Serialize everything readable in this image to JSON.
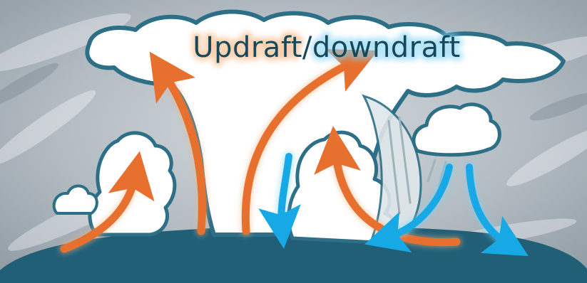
{
  "title": {
    "updraft_word": "Updraft",
    "separator": "/",
    "downdraft_word": "downdraft"
  },
  "colors": {
    "updraft": "#e8702f",
    "downdraft": "#17a9e6",
    "cloud_outline": "#2d6f86",
    "cloud_fill": "#ffffff",
    "ground": "#215f77",
    "sky": "#aeb6bd",
    "title_text": "#16485a",
    "updraft_glow": "#f6b27c",
    "downdraft_glow": "#7fd3f5"
  },
  "icons": {
    "updraft_arrow": "orange-curved-arrow",
    "downdraft_arrow": "blue-curved-arrow",
    "cloud": "cumulonimbus-cloud",
    "rain": "rain-streaks"
  }
}
